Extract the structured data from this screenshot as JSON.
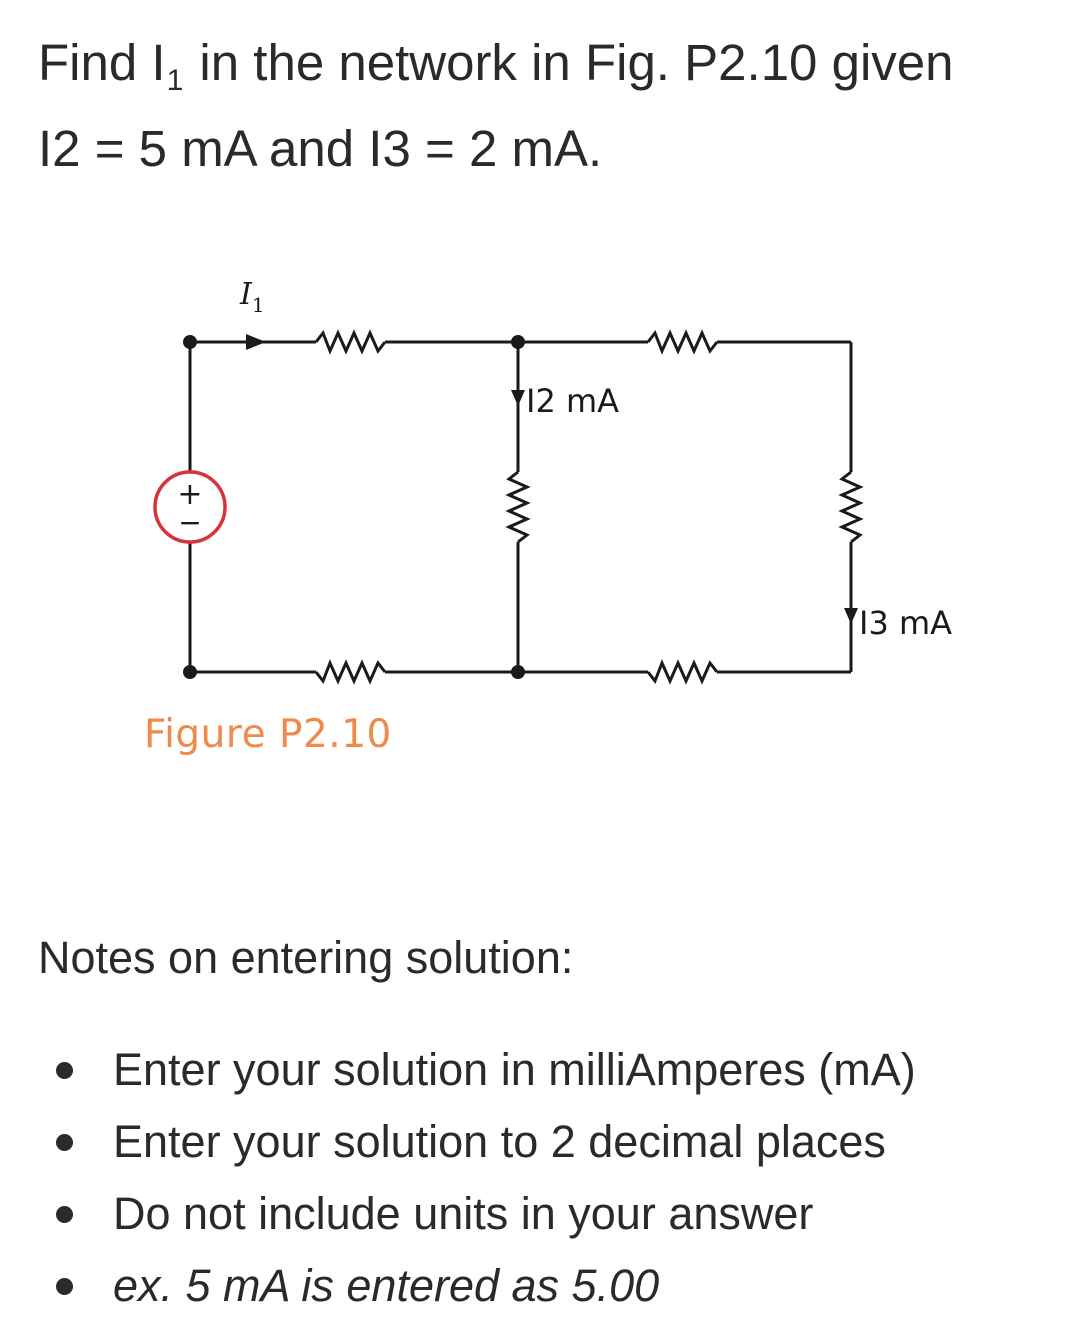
{
  "question": {
    "prefix": "Find I",
    "subscript": "1",
    "line1_rest": " in the network in Fig. P2.10 given",
    "line2": "I2 = 5 mA and I3 = 2 mA."
  },
  "figure": {
    "current_label_main": "I",
    "current_label_sub": "1",
    "branch_label_1": "I2 mA",
    "branch_label_2": "I3 mA",
    "source_plus": "+",
    "source_minus": "−",
    "caption": "Figure P2.10",
    "caption_color": "#f08a4b",
    "source_color": "#d9333a"
  },
  "notes": {
    "heading": "Notes on entering solution:",
    "items": [
      "Enter your solution in milliAmperes (mA)",
      "Enter your solution to 2 decimal places",
      "Do not include units in your answer",
      "ex. 5 mA is entered as 5.00"
    ]
  }
}
